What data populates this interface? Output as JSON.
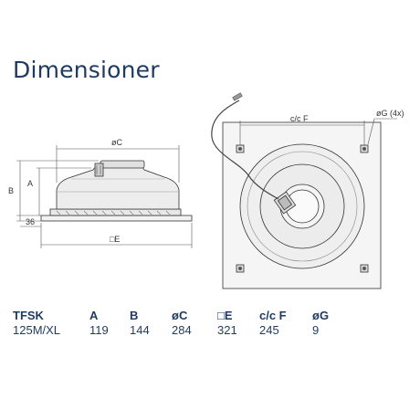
{
  "title": "Dimensioner",
  "labels": {
    "dia_c": "øC",
    "sq_e": "□E",
    "cc_f": "c/c F",
    "dia_g": "øG (4x)",
    "a": "A",
    "b": "B",
    "h36": "36"
  },
  "table": {
    "headers": [
      "TFSK",
      "A",
      "B",
      "øC",
      "□E",
      "c/c F",
      "øG"
    ],
    "values": [
      "125M/XL",
      "119",
      "144",
      "284",
      "321",
      "245",
      "9"
    ]
  }
}
